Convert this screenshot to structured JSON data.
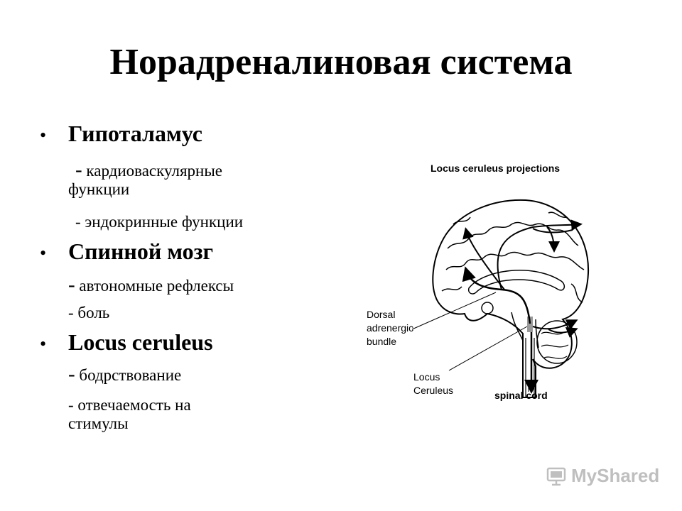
{
  "title": "Норадреналиновая система",
  "bullets": [
    {
      "heading": "Гипоталамус",
      "items": [
        {
          "dash": "-",
          "text": "кардиоваскулярные",
          "text2": "функции"
        },
        {
          "dash": "-",
          "text": "эндокринные функции"
        }
      ]
    },
    {
      "heading": "Спинной мозг",
      "items": [
        {
          "dash": "-",
          "text": "автономные рефлексы"
        },
        {
          "dash": "-",
          "text": "боль"
        }
      ]
    },
    {
      "heading": "Locus ceruleus",
      "items": [
        {
          "dash": "-",
          "text": "бодрствование"
        },
        {
          "dash": "-",
          "text": "отвечаемость на",
          "text2": "стимулы"
        }
      ]
    }
  ],
  "bullet_symbol": "•",
  "figure": {
    "title": "Locus ceruleus projections",
    "labels": {
      "dorsal_1": "Dorsal",
      "dorsal_2": "adrenergic",
      "dorsal_3": "bundle",
      "locus_1": "Locus",
      "locus_2": "Ceruleus",
      "spinal": "spinal cord"
    }
  },
  "watermark": {
    "text": "MyShared",
    "icon": "presentation-board-icon"
  }
}
